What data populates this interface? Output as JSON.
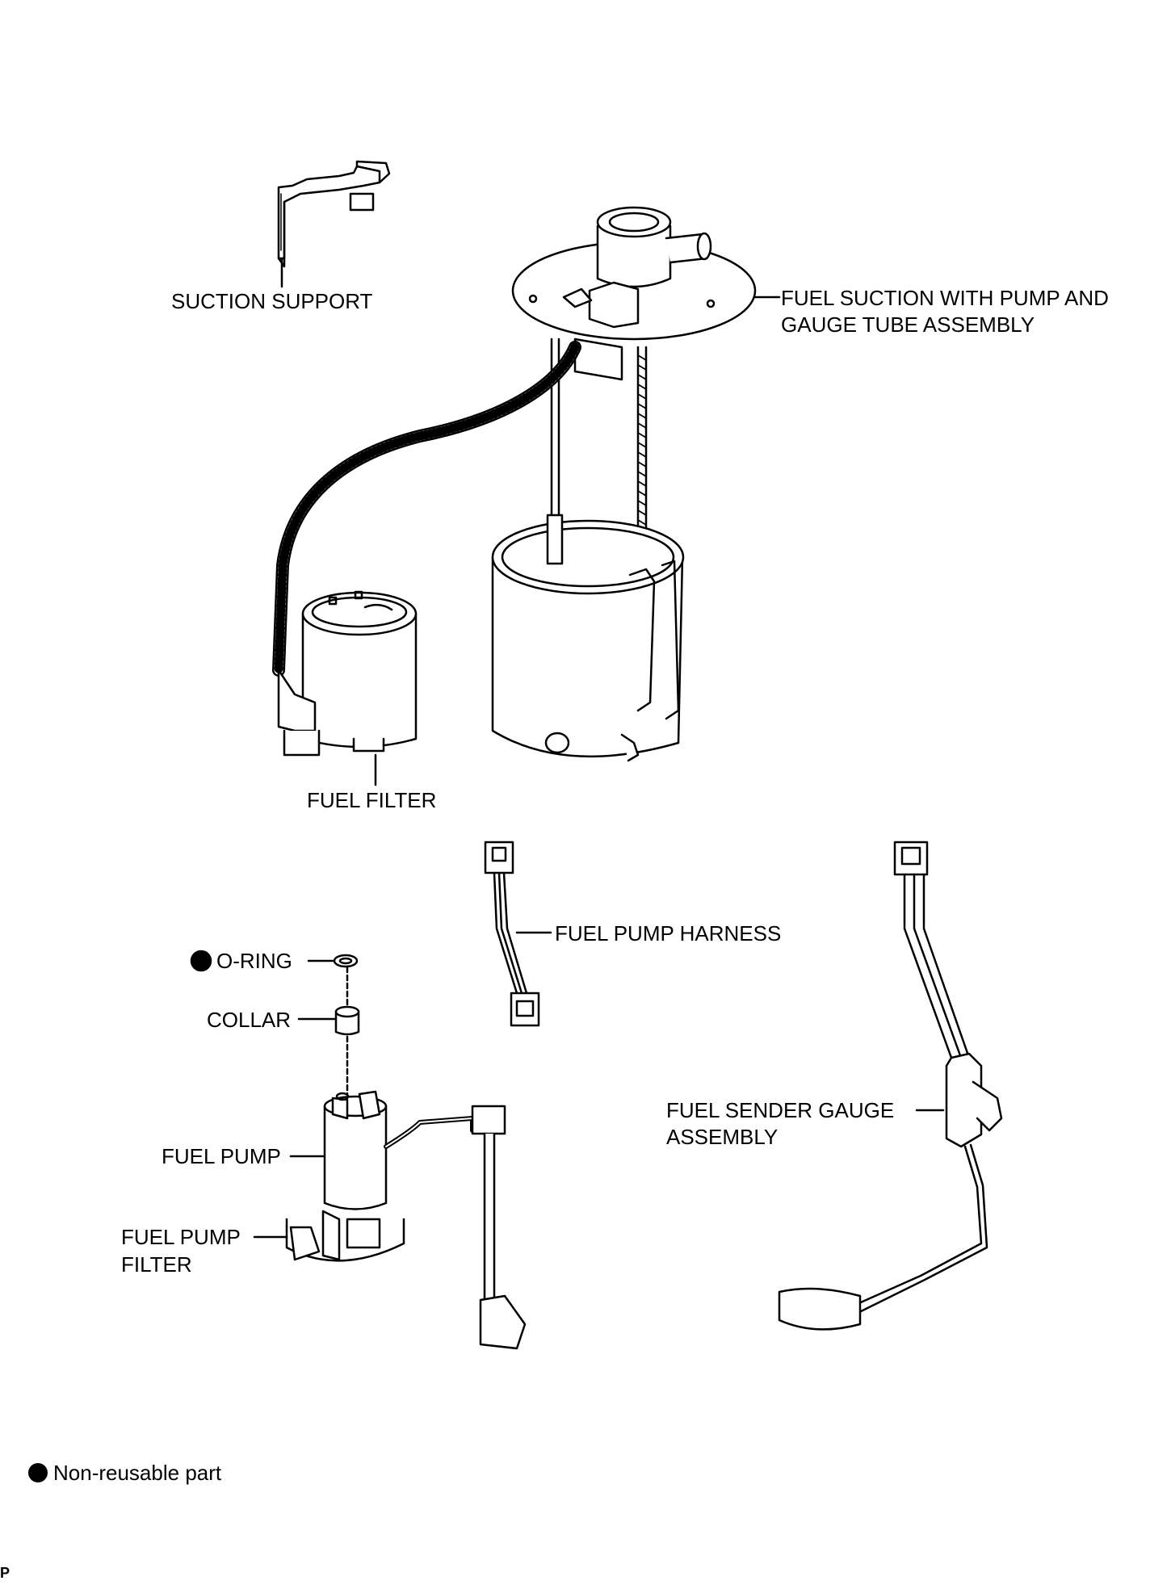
{
  "labels": {
    "suction_support": "SUCTION SUPPORT",
    "fuel_suction_line1": "FUEL SUCTION WITH PUMP AND",
    "fuel_suction_line2": "GAUGE TUBE ASSEMBLY",
    "fuel_filter": "FUEL FILTER",
    "fuel_pump_harness": "FUEL PUMP HARNESS",
    "o_ring": "O-RING",
    "collar": "COLLAR",
    "fuel_pump": "FUEL PUMP",
    "fuel_pump_filter_line1": "FUEL PUMP",
    "fuel_pump_filter_line2": "FILTER",
    "fuel_sender_line1": "FUEL SENDER GAUGE",
    "fuel_sender_line2": "ASSEMBLY"
  },
  "legend": {
    "non_reusable": "Non-reusable part"
  },
  "corner_mark": "P",
  "colors": {
    "line": "#000000",
    "fill": "#ffffff",
    "shade": "#d8d8d8"
  }
}
